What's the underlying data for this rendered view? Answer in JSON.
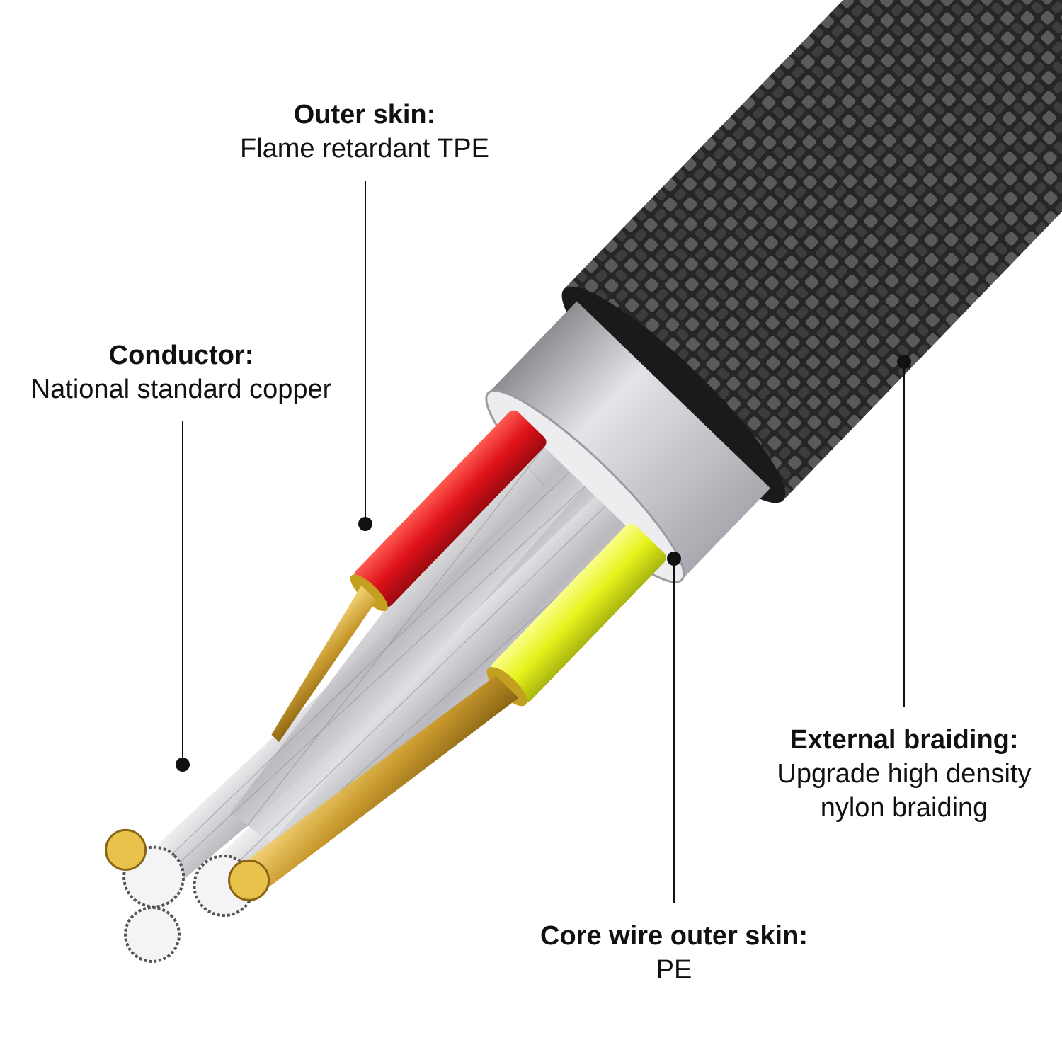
{
  "callouts": {
    "outer_skin": {
      "title": "Outer skin:",
      "desc": "Flame retardant TPE"
    },
    "conductor": {
      "title": "Conductor:",
      "desc": "National standard copper"
    },
    "external_braiding": {
      "title": "External braiding:",
      "desc_line1": "Upgrade high density",
      "desc_line2": "nylon braiding"
    },
    "core_wire_outer_skin": {
      "title": "Core wire outer skin:",
      "desc": "PE"
    }
  },
  "colors": {
    "braid": "#2b2b2b",
    "jacket": "#c8c8cc",
    "red_wire": "#e0121a",
    "yellow_wire": "#e6f21a",
    "copper": "#c99a2e",
    "strands": "#d8d8dc"
  }
}
